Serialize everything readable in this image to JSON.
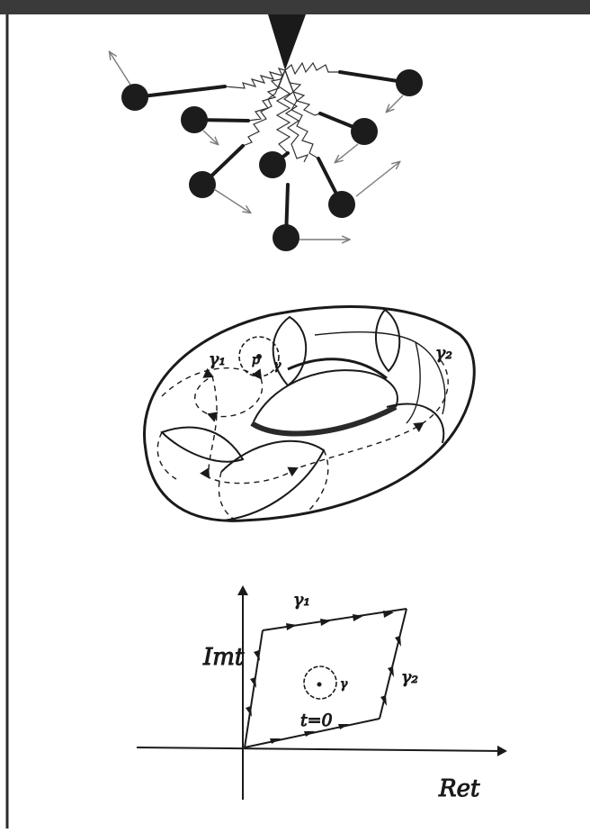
{
  "colors": {
    "ink": "#1a1a1a",
    "ball": "#1c1c1c",
    "gray_arrow": "#7a7a7a",
    "frame": "#2b2b2b",
    "paper": "#ffffff"
  },
  "figure1": {
    "description_icons": [
      "spring-oscillators"
    ]
  },
  "figure2": {
    "labels": {
      "gamma1": "γ₁",
      "gamma2": "γ₂",
      "gamma": "γ",
      "point": "p"
    }
  },
  "figure3": {
    "labels": {
      "y_axis": "Imt",
      "x_axis": "Ret",
      "gamma1": "γ₁",
      "gamma2": "γ₂",
      "gamma": "γ",
      "origin_eq": "t=0"
    }
  }
}
